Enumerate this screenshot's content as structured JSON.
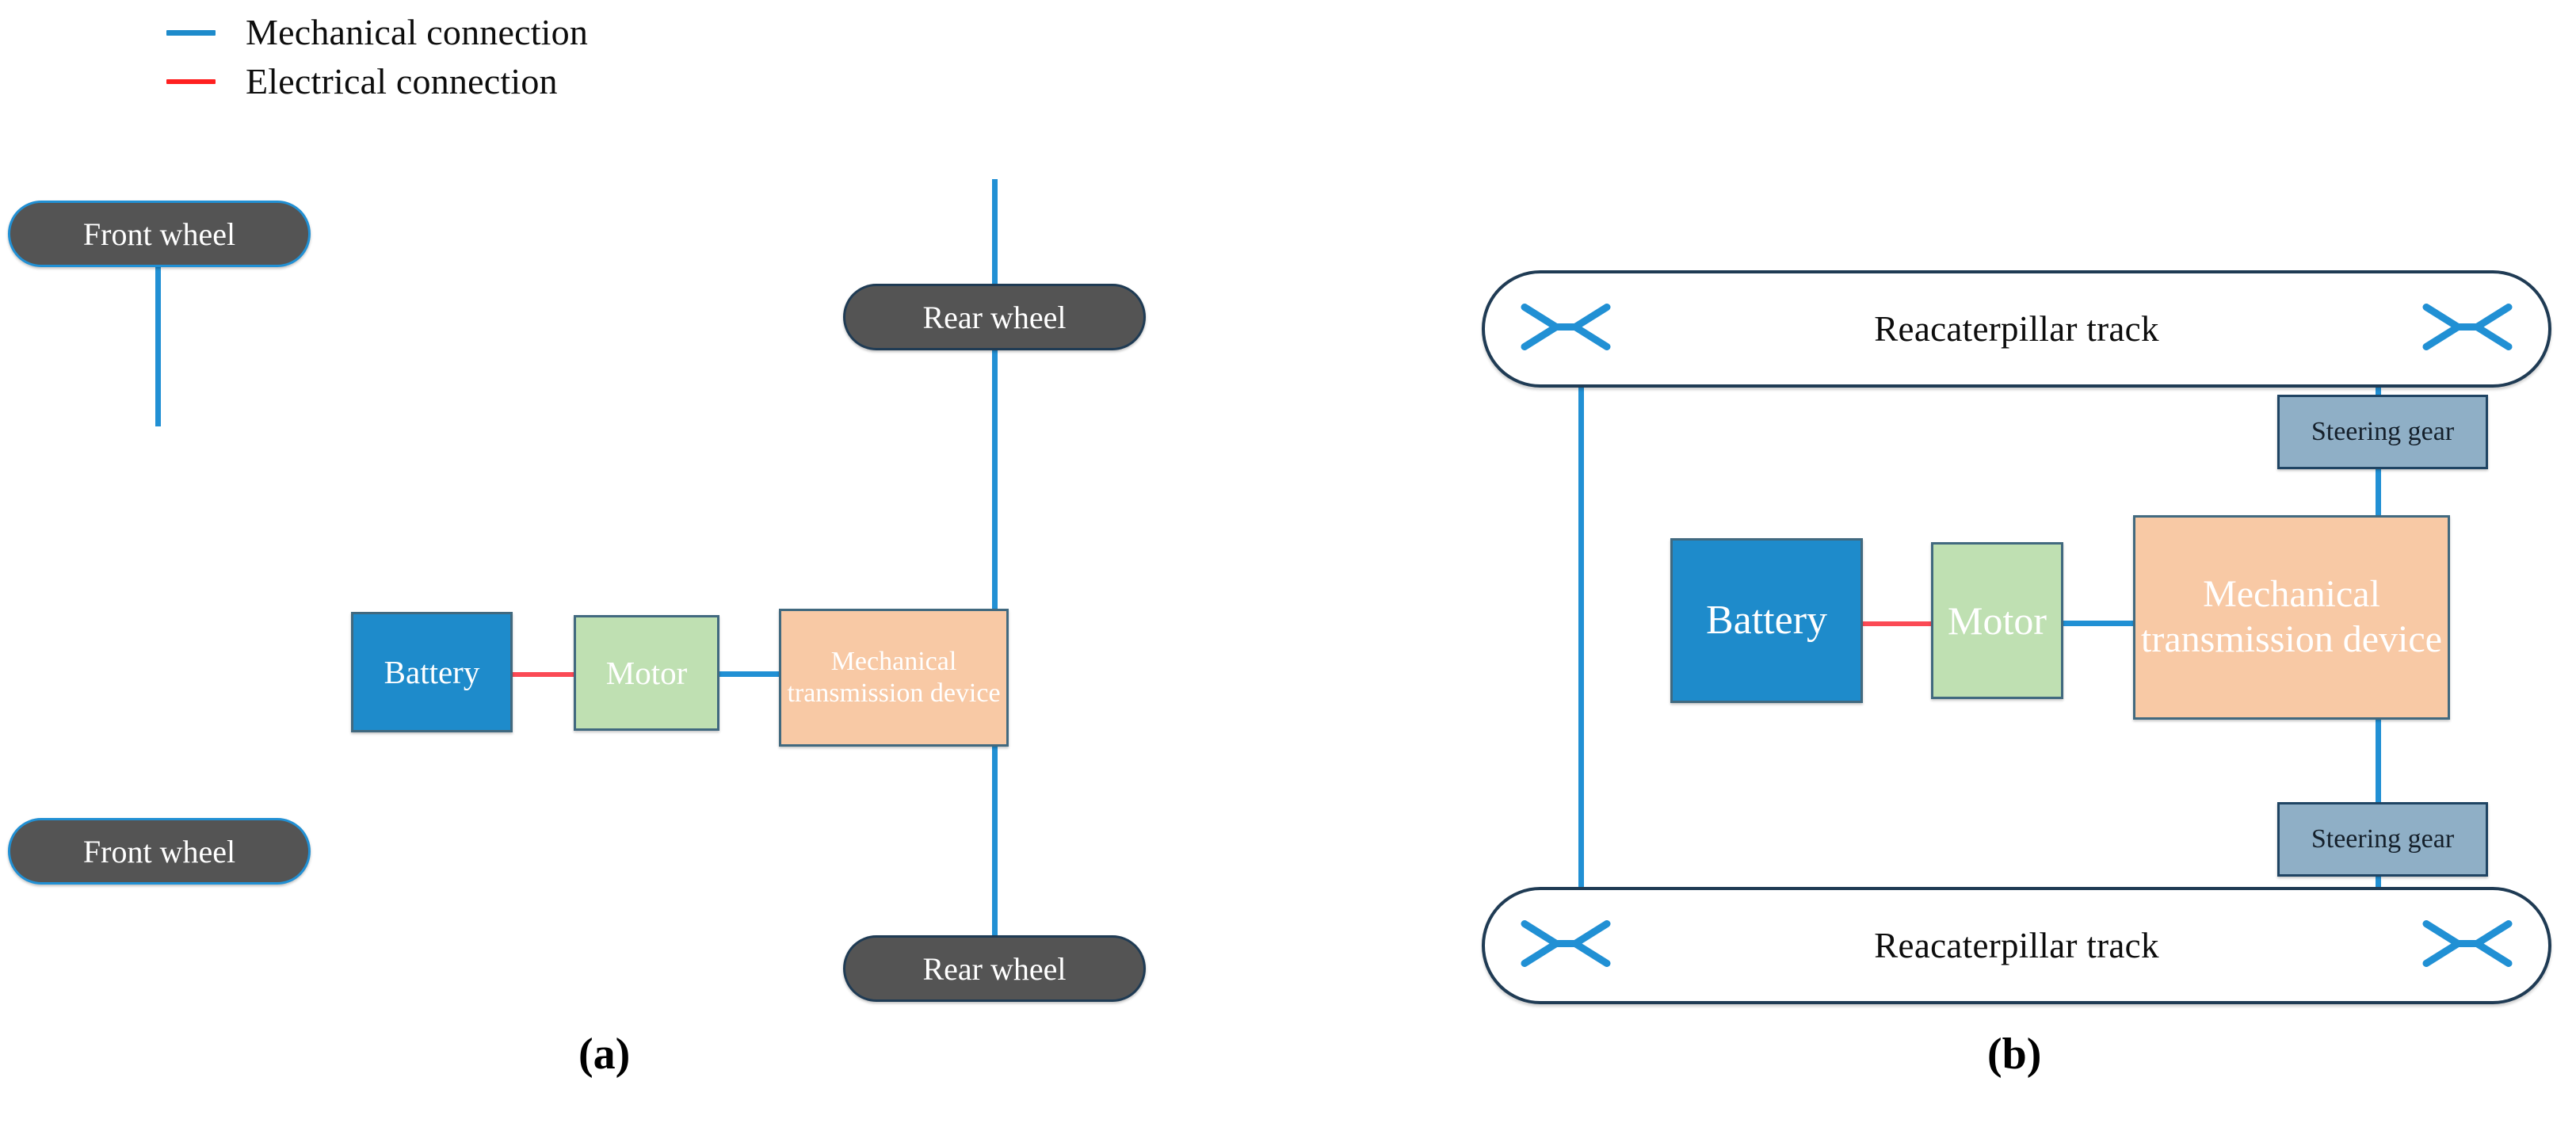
{
  "legend": {
    "items": [
      {
        "label": "Mechanical connection",
        "color": "#1E8BCB",
        "icon": "line-segment-icon"
      },
      {
        "label": "Electrical connection",
        "color": "#FF2020",
        "icon": "line-segment-icon"
      }
    ]
  },
  "colors": {
    "mechanical": "#2190D4",
    "electrical": "#FB4A55",
    "battery_fill": "#1E8BCB",
    "motor_fill": "#BFE0B2",
    "transmission_fill": "#F8C9A5",
    "steering_fill": "#8FAFC6",
    "wheel_fill": "#545454",
    "outline_dark": "#1F3B54",
    "outline_block": "#41697F",
    "background": "#FFFFFF"
  },
  "diagram_a": {
    "caption": "(a)",
    "front_wheel_top": "Front wheel",
    "front_wheel_bottom": "Front wheel",
    "rear_wheel_top": "Rear wheel",
    "rear_wheel_bottom": "Rear wheel",
    "battery": "Battery",
    "motor": "Motor",
    "transmission": "Mechanical transmission device",
    "connections": [
      {
        "from": "Front wheel (top)",
        "to": "Front wheel (bottom)",
        "type": "mechanical"
      },
      {
        "from": "Battery",
        "to": "Motor",
        "type": "electrical"
      },
      {
        "from": "Motor",
        "to": "Mechanical transmission device",
        "type": "mechanical"
      },
      {
        "from": "Rear wheel (top)",
        "to": "Mechanical transmission device",
        "type": "mechanical"
      },
      {
        "from": "Mechanical transmission device",
        "to": "Rear wheel (bottom)",
        "type": "mechanical"
      }
    ]
  },
  "diagram_b": {
    "caption": "(b)",
    "track_top": "Reacaterpillar track",
    "track_bottom": "Reacaterpillar track",
    "battery": "Battery",
    "motor": "Motor",
    "transmission": "Mechanical transmission device",
    "steering_gear_top": "Steering gear",
    "steering_gear_bottom": "Steering gear",
    "sprocket_icon": "bowtie-sprocket-icon",
    "connections": [
      {
        "from": "Reacaterpillar track (top)",
        "to": "Reacaterpillar track (bottom)",
        "type": "mechanical"
      },
      {
        "from": "Battery",
        "to": "Motor",
        "type": "electrical"
      },
      {
        "from": "Motor",
        "to": "Mechanical transmission device",
        "type": "mechanical"
      },
      {
        "from": "Reacaterpillar track (top)",
        "to": "Steering gear (top)",
        "type": "mechanical"
      },
      {
        "from": "Steering gear (top)",
        "to": "Mechanical transmission device",
        "type": "mechanical"
      },
      {
        "from": "Mechanical transmission device",
        "to": "Steering gear (bottom)",
        "type": "mechanical"
      },
      {
        "from": "Steering gear (bottom)",
        "to": "Reacaterpillar track (bottom)",
        "type": "mechanical"
      }
    ]
  }
}
